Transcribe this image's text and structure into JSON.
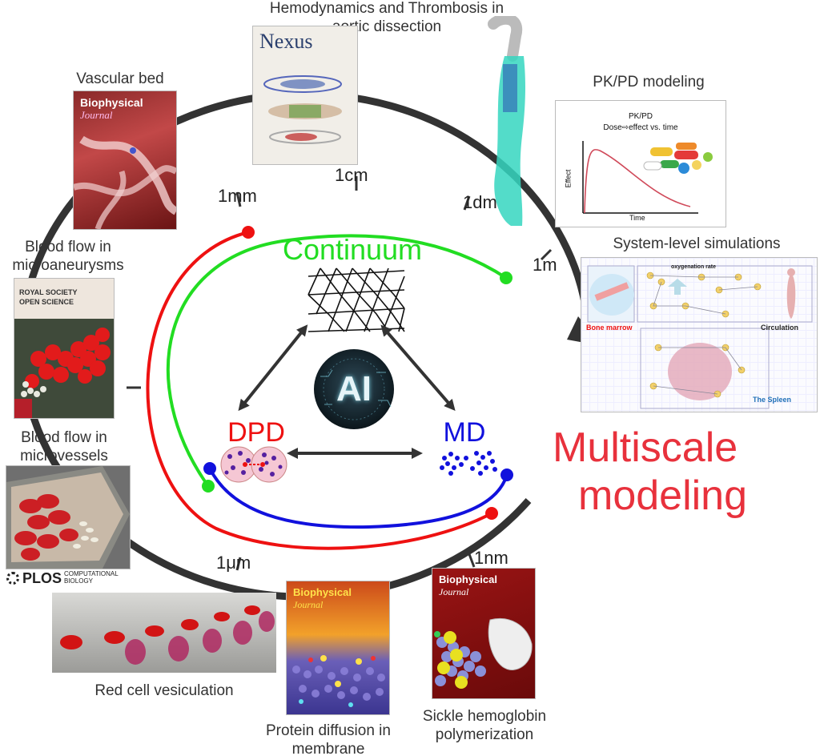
{
  "labels": {
    "vascular_bed": "Vascular bed",
    "hemodynamics": "Hemodynamics and  Thrombosis in aortic dissection",
    "pkpd": "PK/PD modeling",
    "system_level": "System-level simulations",
    "microaneurysms": "Blood flow in microaneurysms",
    "microvessels": "Blood flow in microvessels",
    "red_cell": "Red cell vesiculation",
    "protein_diffusion": "Protein diffusion in membrane",
    "sickle": "Sickle hemoglobin polymerization"
  },
  "scales": {
    "mm": "1mm",
    "cm": "1cm",
    "dm": "1dm",
    "m": "1m",
    "um": "1μm",
    "nm": "1nm"
  },
  "methods": {
    "continuum": "Continuum",
    "dpd": "DPD",
    "md": "MD",
    "ai": "AI",
    "multiscale_1": "Multiscale",
    "multiscale_2": "modeling"
  },
  "covers": {
    "biophys1_title": "Biophysical",
    "biophys1_sub": "Journal",
    "nexus": "Nexus",
    "royal1": "ROYAL SOCIETY",
    "royal2": "OPEN SCIENCE",
    "plos": "PLOS",
    "plos_sub": "COMPUTATIONAL BIOLOGY",
    "biophys2_title": "Biophysical",
    "biophys2_sub": "Journal",
    "biophys3_title": "Biophysical",
    "biophys3_sub": "Journal"
  },
  "pkpd_panel": {
    "title1": "PK/PD",
    "title2": "Dose⇨effect vs. time",
    "ylabel": "Effect",
    "xlabel": "Time"
  },
  "system_panel": {
    "bone_marrow": "Bone marrow",
    "circulation": "Circulation",
    "spleen": "The Spleen",
    "oxygenation": "oxygenation rate"
  },
  "colors": {
    "continuum": "#22dd22",
    "dpd": "#ee1111",
    "md": "#1111dd",
    "multiscale": "#e8313c",
    "ring": "#333333"
  }
}
